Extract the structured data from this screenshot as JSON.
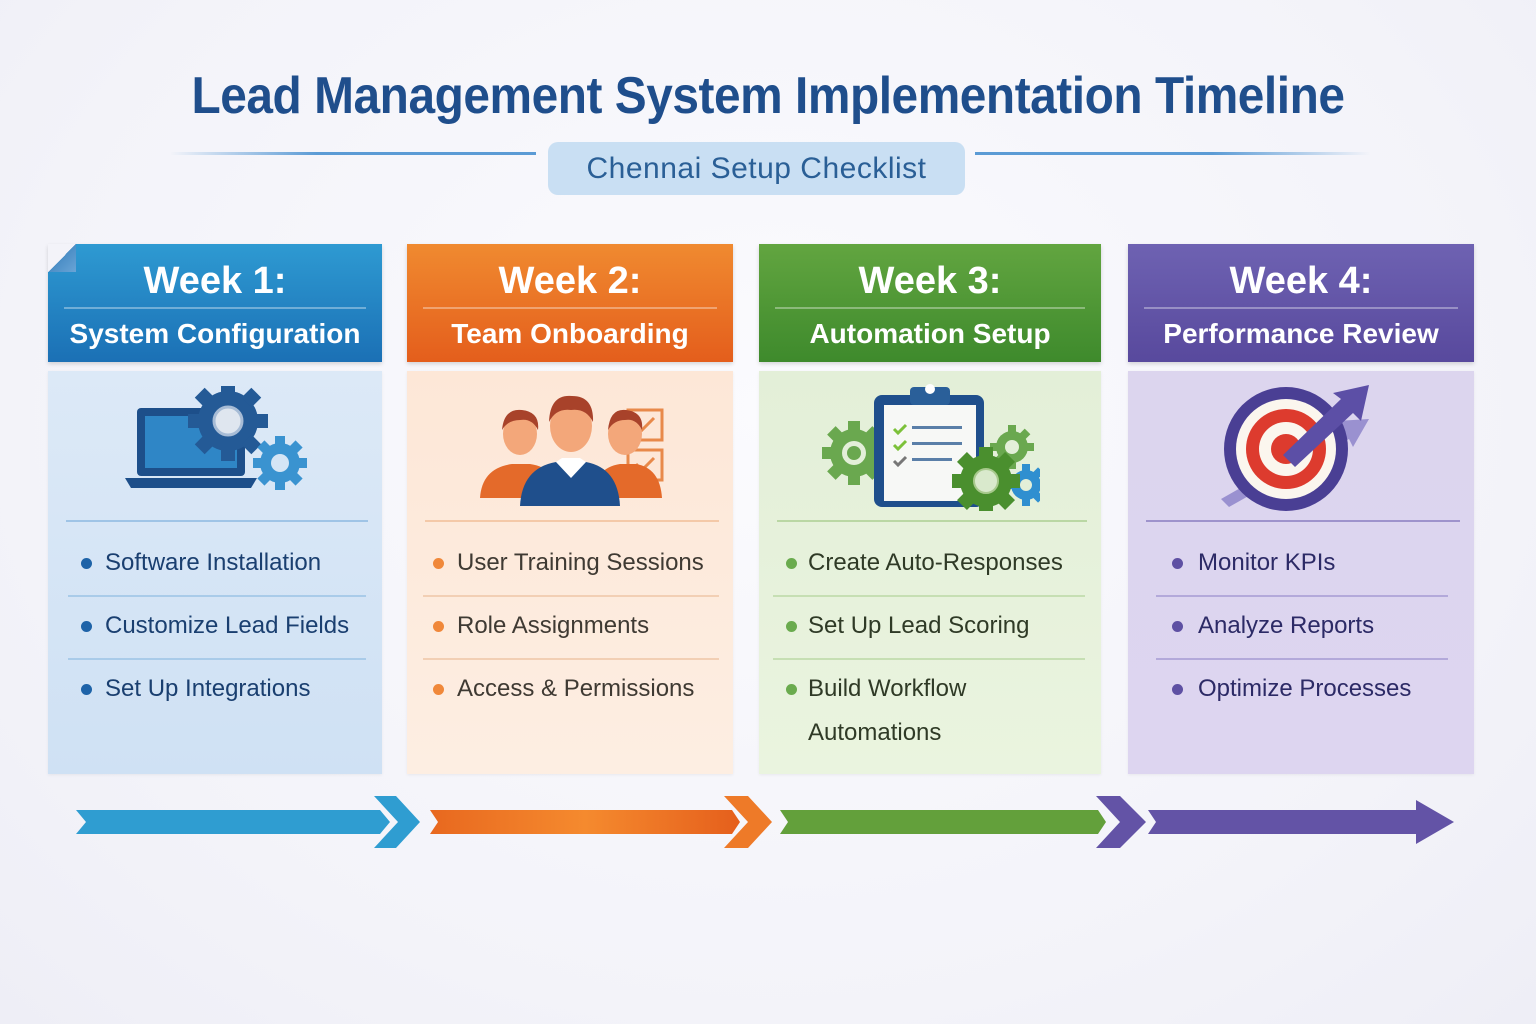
{
  "header": {
    "title": "Lead Management System Implementation Timeline",
    "subtitle": "Chennai Setup Checklist"
  },
  "colors": {
    "title": "#1f4e8c",
    "week1": "#2e9ad2",
    "week2": "#f08a30",
    "week3": "#62a540",
    "week4": "#6252a5"
  },
  "weeks": [
    {
      "label": "Week 1:",
      "name": "System Configuration",
      "icon": "laptop-gears-icon",
      "tasks": [
        "Software Installation",
        "Customize Lead Fields",
        "Set Up Integrations"
      ]
    },
    {
      "label": "Week 2:",
      "name": "Team Onboarding",
      "icon": "team-checklist-icon",
      "tasks": [
        "User Training Sessions",
        "Role Assignments",
        "Access & Permissions"
      ]
    },
    {
      "label": "Week 3:",
      "name": "Automation Setup",
      "icon": "clipboard-gears-icon",
      "tasks": [
        "Create Auto-Responses",
        "Set Up Lead Scoring",
        "Build Workflow Automations"
      ]
    },
    {
      "label": "Week 4:",
      "name": "Performance Review",
      "icon": "target-arrow-icon",
      "tasks": [
        "Monitor KPIs",
        "Analyze Reports",
        "Optimize Processes"
      ]
    }
  ]
}
